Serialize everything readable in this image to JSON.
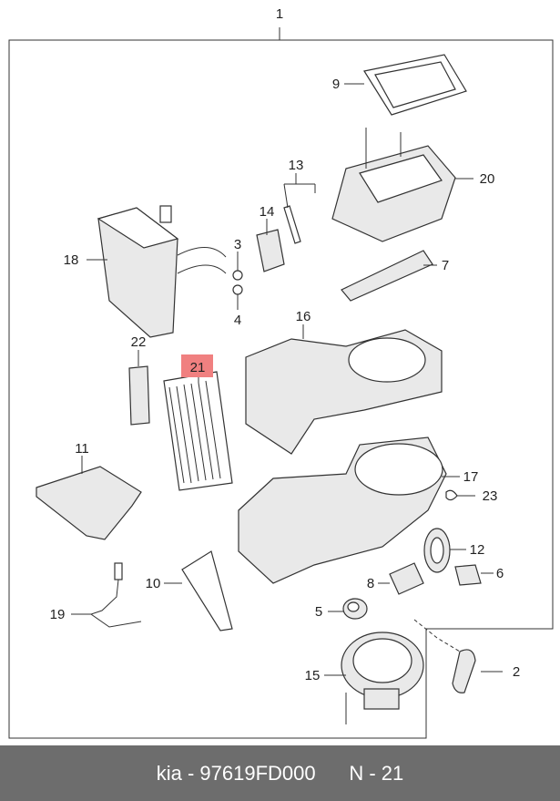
{
  "labels": {
    "p1": "1",
    "p2": "2",
    "p3": "3",
    "p4": "4",
    "p5": "5",
    "p6": "6",
    "p7": "7",
    "p8": "8",
    "p9": "9",
    "p10": "10",
    "p11": "11",
    "p12": "12",
    "p13": "13",
    "p14": "14",
    "p15": "15",
    "p16": "16",
    "p17": "17",
    "p18": "18",
    "p19": "19",
    "p20": "20",
    "p21": "21",
    "p22": "22",
    "p23": "23"
  },
  "highlight_color": "#f08080",
  "footer": {
    "brand": "kia",
    "sep": " - ",
    "part_number": "97619FD000",
    "ref": "N - 21"
  }
}
